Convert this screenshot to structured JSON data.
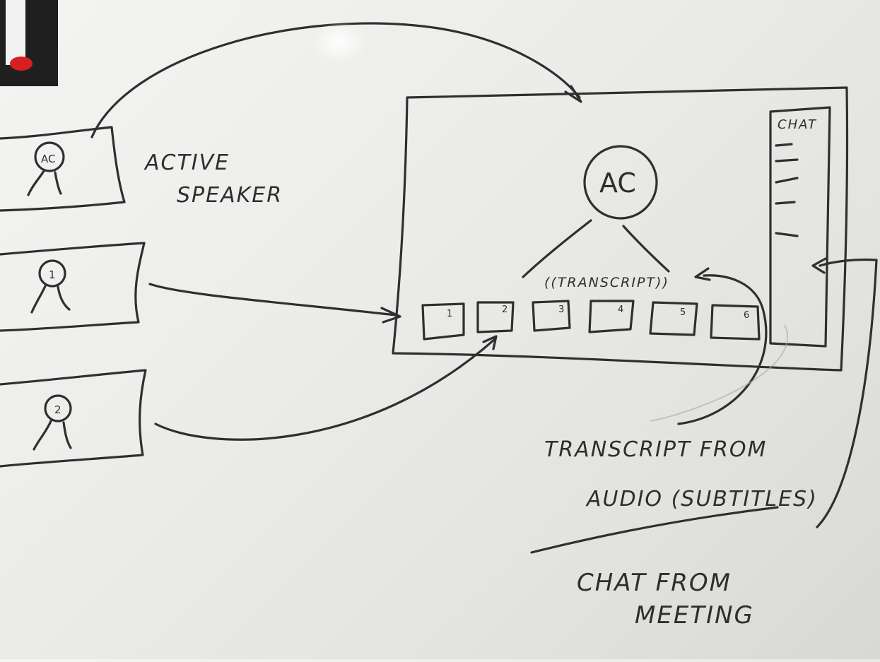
{
  "board": {
    "speaker_label": [
      "ACTIVE",
      "SPEAKER"
    ],
    "tiles": {
      "active": {
        "label": "AC"
      },
      "p1": {
        "label": "1"
      },
      "p2": {
        "label": "2"
      }
    },
    "screen": {
      "main_speaker": "AC",
      "transcript_label": "((TRANSCRIPT))",
      "chat_title": "CHAT",
      "participants": [
        "1",
        "2",
        "3",
        "4",
        "5",
        "6"
      ]
    },
    "notes": {
      "transcript_note": [
        "TRANSCRIPT FROM",
        "AUDIO (SUBTITLES)"
      ],
      "chat_note": [
        "CHAT FROM",
        "MEETING"
      ]
    }
  }
}
